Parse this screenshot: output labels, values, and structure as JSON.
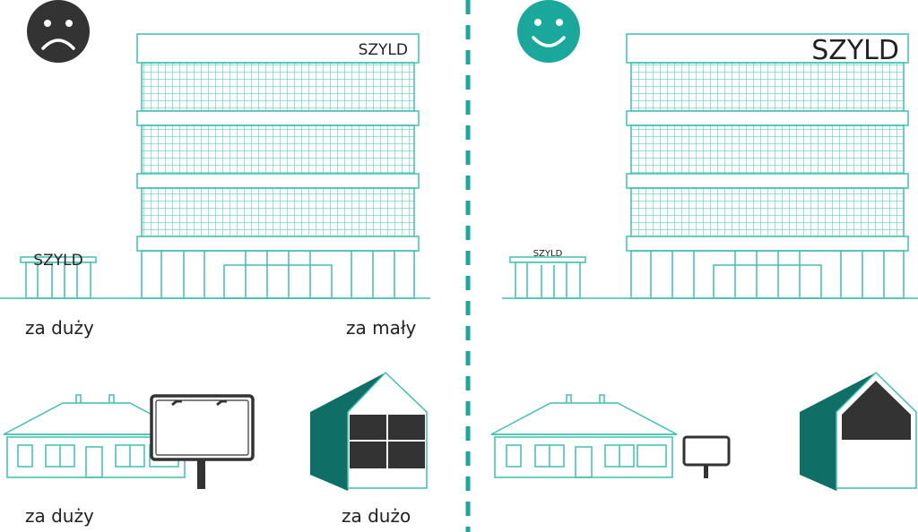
{
  "colors": {
    "teal": "#1aa89c",
    "outline": "#3fbfb2",
    "dark_teal": "#0f6e66",
    "dark": "#333333"
  },
  "icons": {
    "left": "sad-face-icon",
    "right": "happy-face-icon"
  },
  "signs": {
    "small_building_left": "SZYLD",
    "big_building_left": "SZYLD",
    "small_building_right": "SZYLD",
    "big_building_right": "SZYLD"
  },
  "captions": {
    "small_building": "za duży",
    "big_building": "za mały",
    "house_billboard": "za duży",
    "barn": "za dużo"
  }
}
